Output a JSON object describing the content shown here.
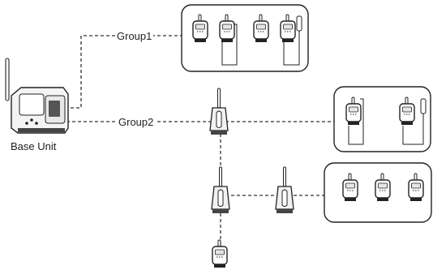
{
  "labels": {
    "group1": "Group1",
    "group2": "Group2",
    "base_unit": "Base Unit"
  },
  "icons": {
    "base": "base-unit-icon",
    "repeater": "repeater-icon",
    "logger": "data-logger-icon",
    "probe_logger": "data-logger-with-probe-icon"
  },
  "colors": {
    "line": "#333333",
    "logger_body": "#ffffff",
    "logger_screen": "#e6e6e6",
    "repeater_body": "#f2f2f2"
  }
}
